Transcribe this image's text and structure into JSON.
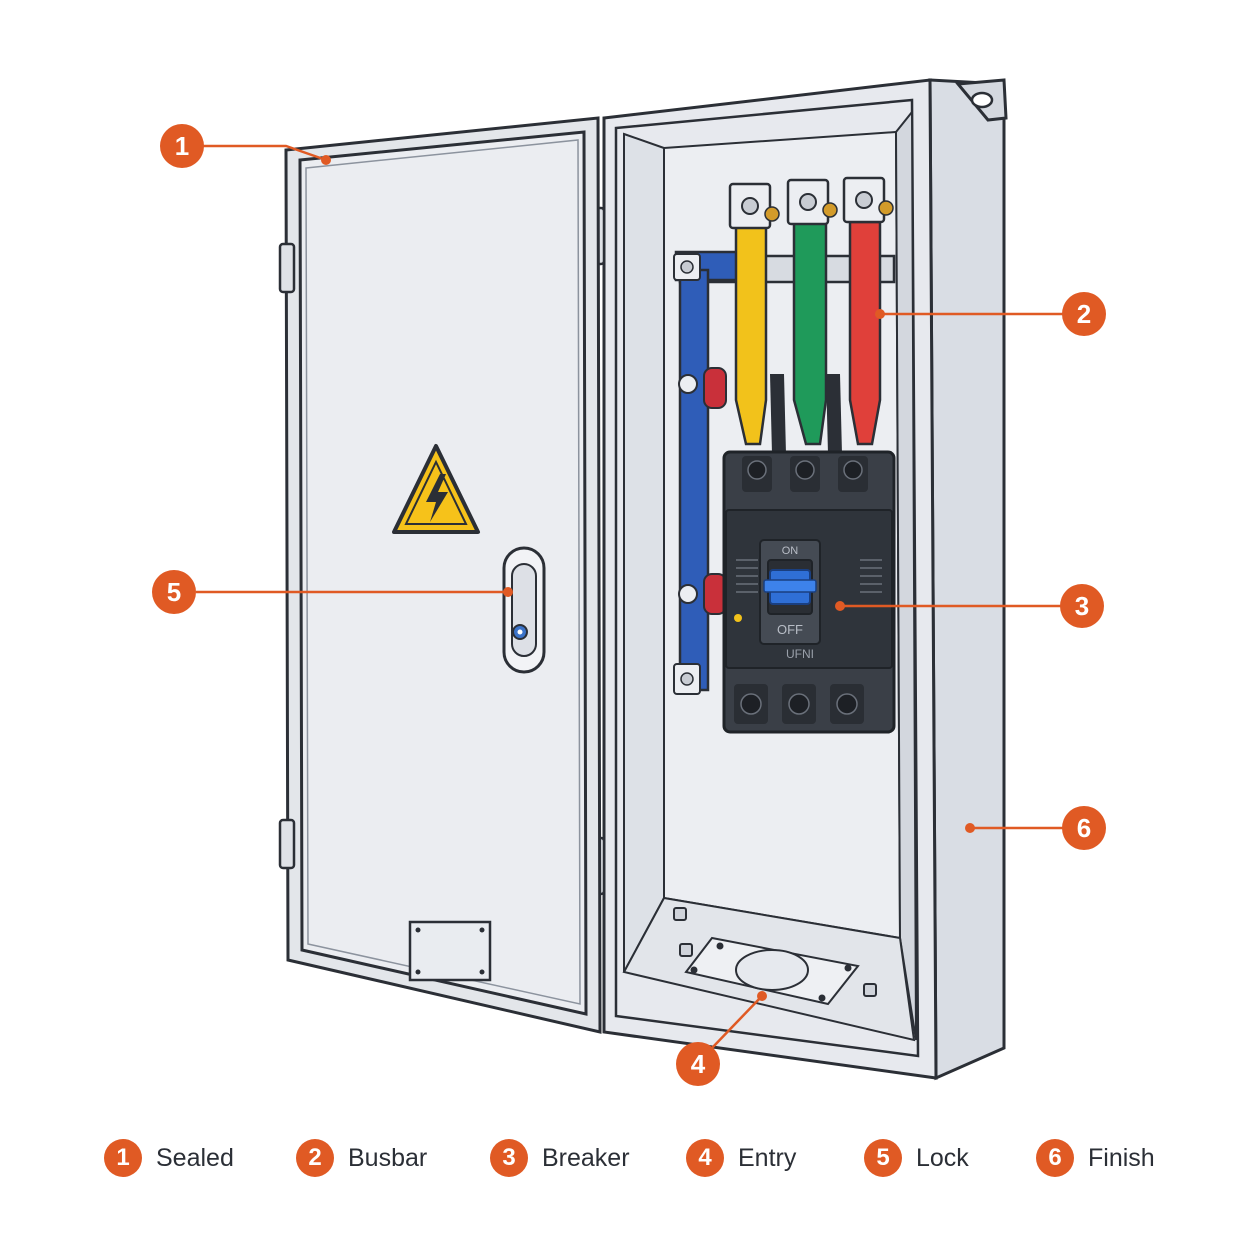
{
  "accent_color": "#e05a24",
  "callouts": [
    {
      "number": "1",
      "label": "Sealed"
    },
    {
      "number": "2",
      "label": "Busbar"
    },
    {
      "number": "3",
      "label": "Breaker"
    },
    {
      "number": "4",
      "label": "Entry"
    },
    {
      "number": "5",
      "label": "Lock"
    },
    {
      "number": "6",
      "label": "Finish"
    }
  ],
  "breaker": {
    "top_text": "ON",
    "off_text": "OFF",
    "brand_text": "UFNI"
  },
  "busbar_colors": {
    "neutral": "#2f5db8",
    "l1": "#f2c21b",
    "l2": "#1f9a5a",
    "l3": "#e0403a"
  },
  "icons": [
    "high-voltage-warning-icon",
    "door-lock-icon",
    "hinge-icon"
  ]
}
